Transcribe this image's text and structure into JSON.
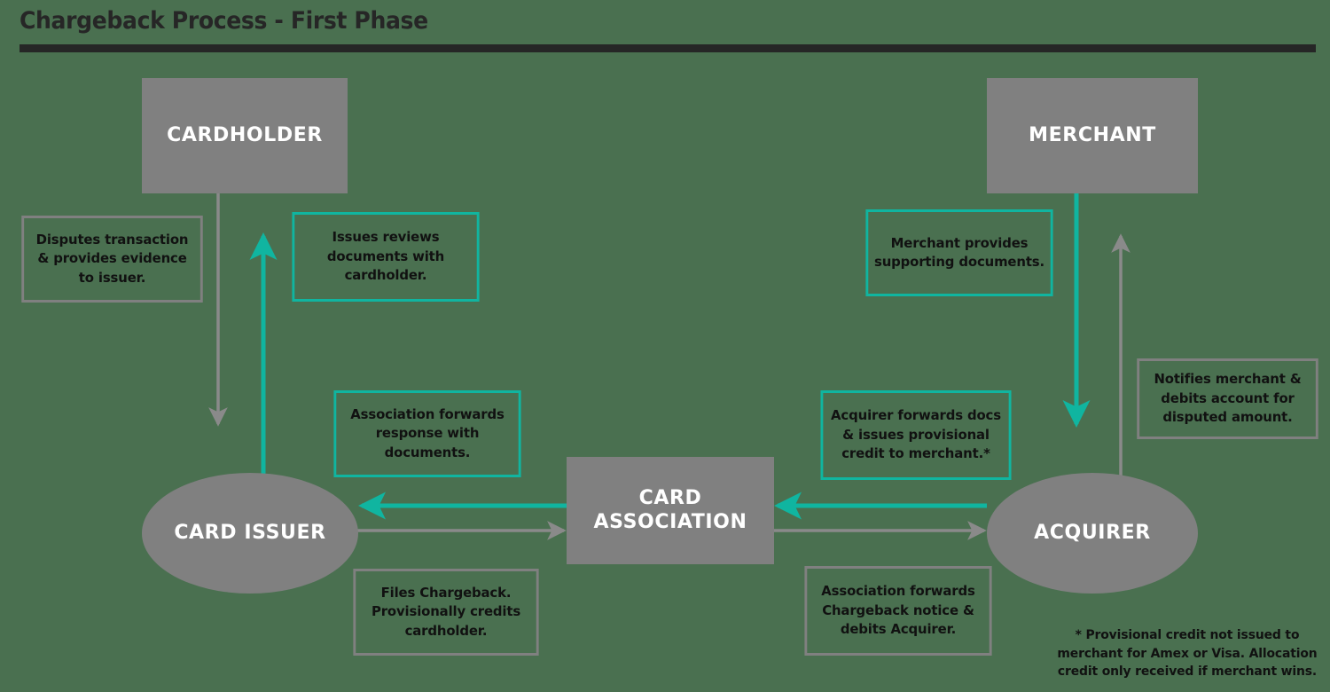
{
  "page": {
    "title": "Chargeback Process - First Phase",
    "background_color": "#4a7050",
    "rule_color": "#262626"
  },
  "colors": {
    "node_fill": "#808080",
    "node_text": "#ffffff",
    "accent_teal": "#10b5a0",
    "accent_gray": "#808080",
    "callout_text": "#111111"
  },
  "nodes": [
    {
      "id": "cardholder",
      "label": "CARDHOLDER",
      "shape": "rect"
    },
    {
      "id": "merchant",
      "label": "MERCHANT",
      "shape": "rect"
    },
    {
      "id": "association",
      "label": "CARD ASSOCIATION",
      "shape": "rect"
    },
    {
      "id": "cardissuer",
      "label": "CARD ISSUER",
      "shape": "ellipse"
    },
    {
      "id": "acquirer",
      "label": "ACQUIRER",
      "shape": "ellipse"
    }
  ],
  "callouts": [
    {
      "id": "disputes",
      "text": "Disputes transaction & provides evidence to issuer.",
      "border": "gray"
    },
    {
      "id": "issuer_rev",
      "text": "Issues reviews documents with cardholder.",
      "border": "teal"
    },
    {
      "id": "merch_docs",
      "text": "Merchant provides supporting documents.",
      "border": "teal"
    },
    {
      "id": "assoc_fwd",
      "text": "Association forwards response with documents.",
      "border": "teal"
    },
    {
      "id": "acq_fwd",
      "text": "Acquirer forwards docs & issues provisional credit to merchant.*",
      "border": "teal"
    },
    {
      "id": "notifies",
      "text": "Notifies merchant & debits account for disputed amount.",
      "border": "gray"
    },
    {
      "id": "files_cb",
      "text": "Files Chargeback. Provisionally credits cardholder.",
      "border": "gray"
    },
    {
      "id": "assoc_notice",
      "text": "Association forwards Chargeback notice & debits Acquirer.",
      "border": "gray"
    }
  ],
  "footnote": "* Provisional credit not issued to merchant for Amex or Visa. Allocation credit only received if merchant wins.",
  "flows": [
    {
      "id": "cardholder-to-issuer",
      "from": "CARDHOLDER",
      "to": "CARD ISSUER",
      "color": "gray",
      "direction": "down",
      "note": "Disputes transaction & provides evidence to issuer."
    },
    {
      "id": "issuer-to-cardholder",
      "from": "CARD ISSUER",
      "to": "CARDHOLDER",
      "color": "teal",
      "direction": "up",
      "note": "Issues reviews documents with cardholder."
    },
    {
      "id": "issuer-to-association",
      "from": "CARD ISSUER",
      "to": "CARD ASSOCIATION",
      "color": "gray",
      "direction": "right",
      "note": "Files Chargeback. Provisionally credits cardholder."
    },
    {
      "id": "association-to-issuer",
      "from": "CARD ASSOCIATION",
      "to": "CARD ISSUER",
      "color": "teal",
      "direction": "left",
      "note": "Association forwards response with documents."
    },
    {
      "id": "association-to-acquirer",
      "from": "CARD ASSOCIATION",
      "to": "ACQUIRER",
      "color": "gray",
      "direction": "right",
      "note": "Association forwards Chargeback notice & debits Acquirer."
    },
    {
      "id": "acquirer-to-association",
      "from": "ACQUIRER",
      "to": "CARD ASSOCIATION",
      "color": "teal",
      "direction": "left",
      "note": "Acquirer forwards docs & issues provisional credit to merchant.*"
    },
    {
      "id": "merchant-to-acquirer",
      "from": "MERCHANT",
      "to": "ACQUIRER",
      "color": "teal",
      "direction": "down",
      "note": "Merchant provides supporting documents."
    },
    {
      "id": "acquirer-to-merchant",
      "from": "ACQUIRER",
      "to": "MERCHANT",
      "color": "gray",
      "direction": "up",
      "note": "Notifies merchant & debits account for disputed amount."
    }
  ]
}
